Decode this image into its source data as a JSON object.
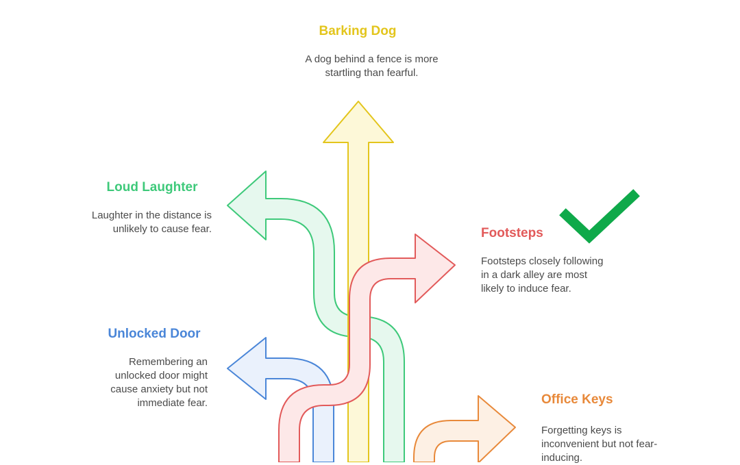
{
  "colors": {
    "barking_dog": "#e3c51c",
    "loud_laughter": "#3ec97a",
    "footsteps": "#e25a5a",
    "unlocked_door": "#4a86d8",
    "office_keys": "#e8893a",
    "check": "#0fa94a"
  },
  "items": {
    "barking_dog": {
      "title": "Barking Dog",
      "description": "A dog behind a fence is more startling than fearful."
    },
    "loud_laughter": {
      "title": "Loud Laughter",
      "description": "Laughter in the distance is unlikely to cause fear."
    },
    "footsteps": {
      "title": "Footsteps",
      "description": "Footsteps closely following in a dark alley are most likely to induce fear."
    },
    "unlocked_door": {
      "title": "Unlocked Door",
      "description": "Remembering an unlocked door might cause anxiety but not immediate fear."
    },
    "office_keys": {
      "title": "Office Keys",
      "description": "Forgetting keys is inconvenient but not fear-inducing."
    }
  },
  "selected_item": "footsteps",
  "check_icon": "check-mark-icon"
}
